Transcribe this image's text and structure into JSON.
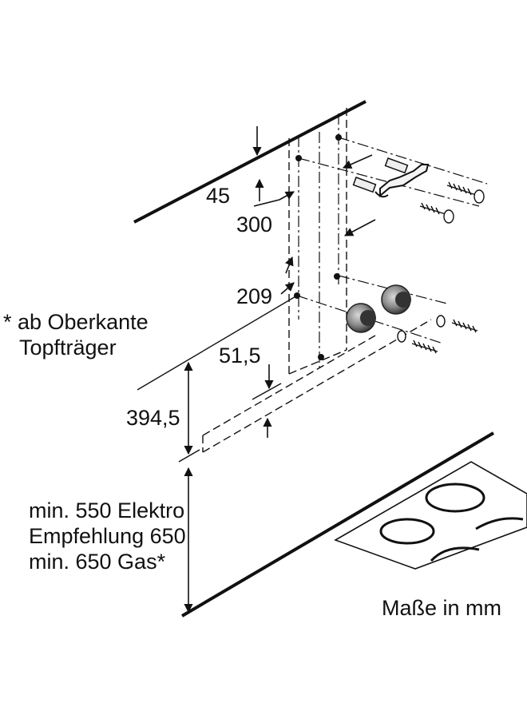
{
  "dimensions": {
    "d45": "45",
    "d300": "300",
    "d209": "209",
    "d51_5": "51,5",
    "d394_5": "394,5"
  },
  "note": {
    "line1": "* ab Oberkante",
    "line2": "Topfträger"
  },
  "min_height": {
    "line1": "min. 550 Elektro",
    "line2": "Empfehlung 650",
    "line3": "min. 650 Gas*"
  },
  "units": "Maße in mm"
}
